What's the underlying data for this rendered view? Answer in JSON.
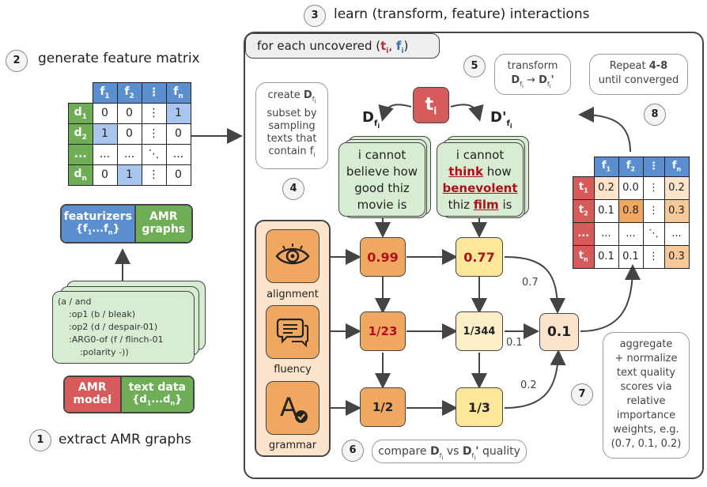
{
  "steps": {
    "s1": {
      "num": "1",
      "title": "extract AMR graphs"
    },
    "s2": {
      "num": "2",
      "title": "generate feature matrix"
    },
    "s3": {
      "num": "3",
      "title": "learn (transform, feature) interactions"
    },
    "s4": {
      "num": "4"
    },
    "s5": {
      "num": "5"
    },
    "s6": {
      "num": "6"
    },
    "s7": {
      "num": "7"
    },
    "s8": {
      "num": "8"
    }
  },
  "feature_matrix": {
    "col_headers": [
      "f1",
      "f2",
      "⋮",
      "fn"
    ],
    "row_headers": [
      "d1",
      "d2",
      "...",
      "dn"
    ],
    "rows": [
      [
        "0",
        "0",
        "⋮",
        "1"
      ],
      [
        "1",
        "0",
        "⋮",
        "0"
      ],
      [
        "...",
        "...",
        "⋱",
        "..."
      ],
      [
        "0",
        "1",
        "⋮",
        "0"
      ]
    ]
  },
  "left_boxes": {
    "featurizers_label": "featurizers",
    "featurizers_sub": "{f1...fn}",
    "amr_graphs_label": "AMR graphs",
    "amr_model_label": "AMR model",
    "text_data_label": "text data",
    "text_data_sub": "{d1...dn}"
  },
  "amr_code": [
    "(a / and",
    "    :op1 (b / bleak)",
    "    :op2 (d / despair-01)",
    "    :ARG0-of (f / flinch-01",
    "        :polarity -))"
  ],
  "main_panel": {
    "tab_label": "for each uncovered (",
    "tab_t": "ti",
    "tab_sep": ", ",
    "tab_f": "fi",
    "tab_close": ")"
  },
  "bubbles": {
    "create_subset": [
      "create Dfi",
      "subset by",
      "sampling",
      "texts that",
      "contain fi"
    ],
    "transform": [
      "transform",
      "Dfi → Dfi'"
    ],
    "repeat": [
      "Repeat 4-8",
      "until converged"
    ],
    "aggregate": [
      "aggregate",
      "+ normalize",
      "text quality",
      "scores via",
      "relative",
      "importance",
      "weights, e.g.",
      "(0.7, 0.1, 0.2)"
    ],
    "compare": "compare Dfi vs Dfi' quality"
  },
  "transform_node": {
    "label": "ti"
  },
  "d_labels": {
    "left": "Dfi",
    "right": "Dfi'"
  },
  "original_text": [
    "i cannot",
    "believe how",
    "good thiz",
    "movie is"
  ],
  "transformed_text": {
    "line1": "i cannot",
    "line2_word": "think",
    "line2_rest": "how",
    "line3_word": "benevolent",
    "line4_pre": "thiz",
    "line4_word": "film",
    "line4_post": "is"
  },
  "metrics": [
    {
      "name": "alignment",
      "icon": "eye-icon"
    },
    {
      "name": "fluency",
      "icon": "speech-bubbles-icon"
    },
    {
      "name": "grammar",
      "icon": "grammar-check-icon"
    }
  ],
  "scores_original": [
    "0.99",
    "1/23",
    "1/2"
  ],
  "scores_transformed": [
    "0.77",
    "1/344",
    "1/3"
  ],
  "aggregate_score": "0.1",
  "weights": [
    "0.7",
    "0.1",
    "0.2"
  ],
  "interaction_matrix": {
    "col_headers": [
      "f1",
      "f2",
      "⋮",
      "fn"
    ],
    "row_headers": [
      "t1",
      "t2",
      "...",
      "tn"
    ],
    "rows": [
      [
        "0.2",
        "0.0",
        "⋮",
        "0.2"
      ],
      [
        "0.1",
        "0.8",
        "⋮",
        "0.3"
      ],
      [
        "...",
        "...",
        "⋱",
        "..."
      ],
      [
        "0.1",
        "0.1",
        "⋮",
        "0.3"
      ]
    ]
  },
  "colors": {
    "blue_header": "#5b8fd0",
    "green_header": "#6fae57",
    "red_header": "#d75b5b",
    "orange": "#f0a860",
    "light_yellow": "#fde79a",
    "dark_red_text": "#b0101a"
  }
}
